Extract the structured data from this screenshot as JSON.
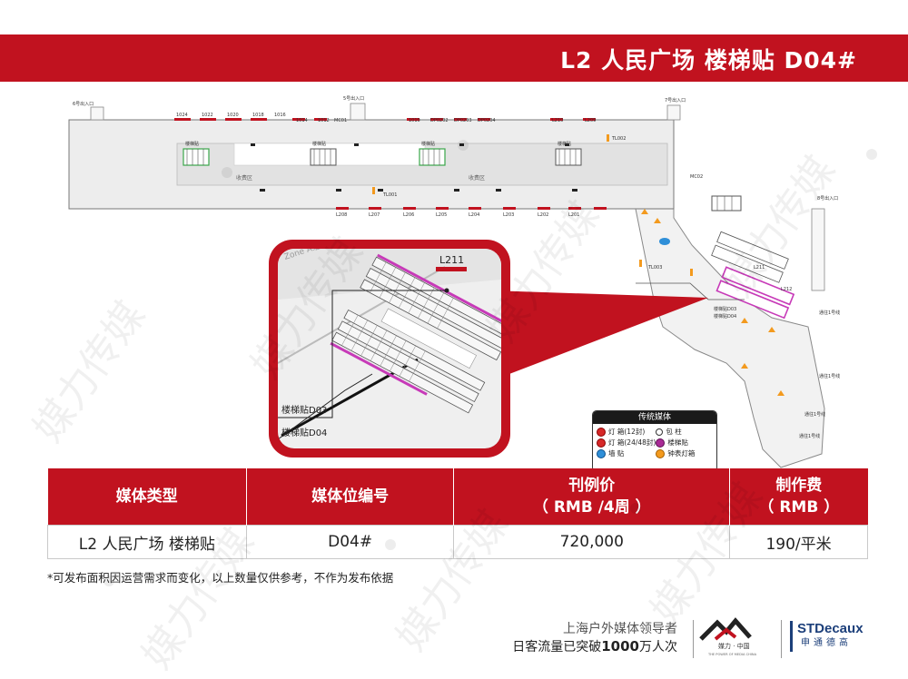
{
  "header": {
    "title": "L2 人民广场 楼梯贴 D04#"
  },
  "map": {
    "zone_labels": [
      "收费区",
      "收费区"
    ],
    "escalator_labels": [
      "楼梯贴",
      "楼梯贴",
      "楼梯贴",
      "楼梯贴"
    ],
    "top_codes": [
      "1024",
      "1022",
      "1020",
      "1018",
      "1016",
      "1014",
      "1012",
      "MC01",
      "1010",
      "DP0202",
      "DP0203",
      "DP0204",
      "L210",
      "L209"
    ],
    "bottom_codes": [
      "L208",
      "L207",
      "L206",
      "L205",
      "L204",
      "L203",
      "L202",
      "L201"
    ],
    "misc_codes": [
      "TL002",
      "TL001",
      "TL003",
      "MC02",
      "L211",
      "L212"
    ],
    "exit_labels": [
      "6号出入口",
      "5号出入口",
      "7号出入口",
      "8号出入口"
    ],
    "transfer_labels": [
      "通往1号线",
      "通往1号线",
      "通往1号线",
      "通往1号线"
    ],
    "inset": {
      "zone": "Zone A组",
      "code": "L211",
      "label_d03": "楼梯贴D03",
      "label_d04": "楼梯贴D04"
    },
    "small_labels": [
      "楼梯贴D03",
      "楼梯贴D04"
    ],
    "colors": {
      "red": "#c1121f",
      "purple": "#c73ab8",
      "green": "#3aa64a"
    }
  },
  "legend": {
    "title": "传统媒体",
    "items": [
      {
        "icon": "red-circle-icon",
        "label": "灯 箱(12封)"
      },
      {
        "icon": "ring-circle-icon",
        "label": "包 柱"
      },
      {
        "icon": "red-circle-icon",
        "label": "灯 箱(24/48封)"
      },
      {
        "icon": "purple-circle-icon",
        "label": "楼梯贴"
      },
      {
        "icon": "blue-circle-icon",
        "label": "墙 贴"
      },
      {
        "icon": "orange-circle-icon",
        "label": "钟表灯箱"
      }
    ]
  },
  "table": {
    "headers": [
      {
        "line1": "媒体类型",
        "line2": ""
      },
      {
        "line1": "媒体位编号",
        "line2": ""
      },
      {
        "line1": "刊例价",
        "line2": "（ RMB /4周 ）"
      },
      {
        "line1": "制作费",
        "line2": "（ RMB ）"
      }
    ],
    "row": [
      "L2 人民广场 楼梯贴",
      "D04#",
      "720,000",
      "190/平米"
    ]
  },
  "footnote": "*可发布面积因运营需求而变化，以上数量仅供参考，不作为发布依据",
  "slogan": {
    "line1": "上海户外媒体领导者",
    "line2_prefix": "日客流量已突破",
    "line2_bold": "1000",
    "line2_suffix": "万人次"
  },
  "logos": {
    "meili": {
      "name": "媒力 · 中国",
      "tagline": "THE POWER OF MEDIA CHINA"
    },
    "stdecaux": {
      "name": "STDecaux",
      "sub": "申通德高"
    }
  },
  "watermark": {
    "text": "媒力传媒"
  }
}
